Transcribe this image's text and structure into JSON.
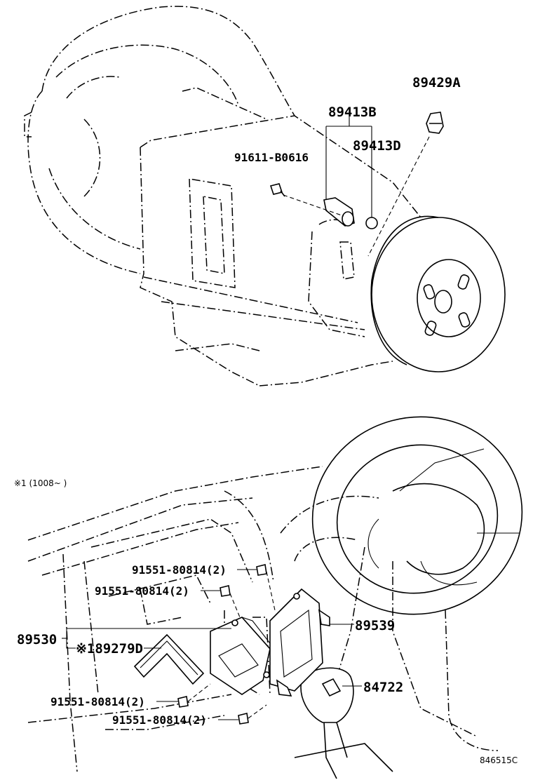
{
  "labels": {
    "p89429A": "89429A",
    "p89413B": "89413B",
    "p89413D": "89413D",
    "p91611": "91611-B0616",
    "note1": "※1 (1008~      )",
    "p91551a": "91551-80814(2)",
    "p91551b": "91551-80814(2)",
    "p89530": "89530",
    "p89279D": "※189279D",
    "p89539": "89539",
    "p84722": "84722",
    "p91551c": "91551-80814(2)",
    "p91551d": "91551-80814(2)",
    "drawing_id": "846515C"
  }
}
